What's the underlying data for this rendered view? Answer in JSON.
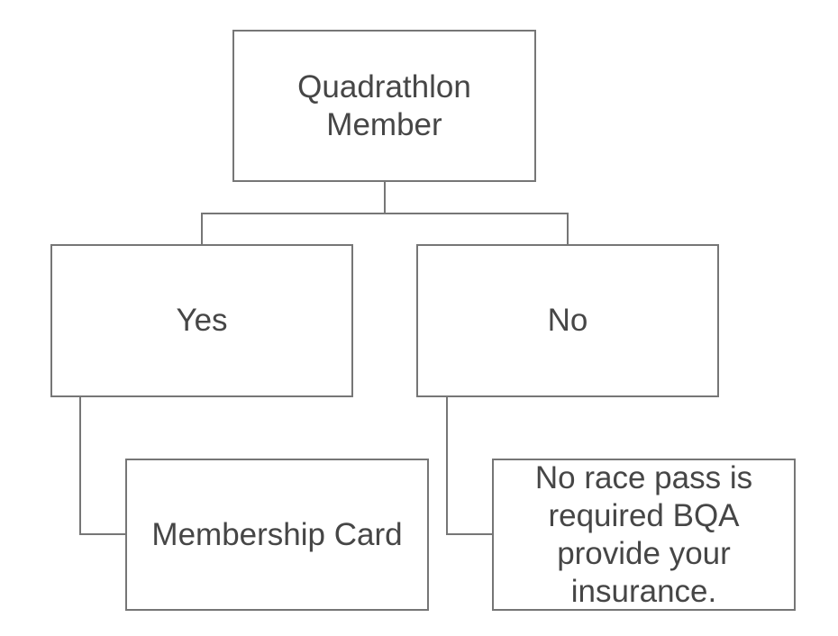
{
  "colors": {
    "background": "#ffffff",
    "node_border": "#767676",
    "node_fill": "#ffffff",
    "text": "#464646",
    "connector": "#767676"
  },
  "nodes": {
    "root": {
      "label": "Quadrathlon\nMember"
    },
    "yes": {
      "label": "Yes"
    },
    "no": {
      "label": "No"
    },
    "card": {
      "label": "Membership Card"
    },
    "insurance": {
      "label": "No race pass is\nrequired BQA\nprovide your\ninsurance."
    }
  }
}
